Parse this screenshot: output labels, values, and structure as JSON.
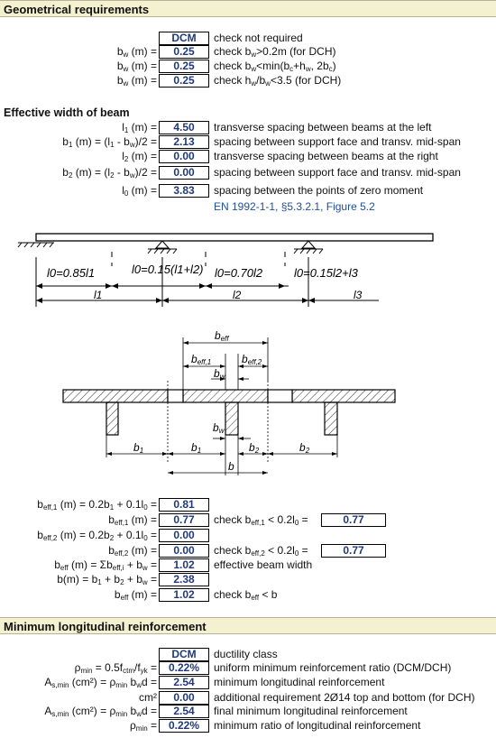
{
  "sections": {
    "geometrical": "Geometrical requirements",
    "effective_width": "Effective width of beam",
    "min_reinf": "Minimum longitudinal reinforcement"
  },
  "geom": {
    "ductility_value": "DCM",
    "ductility_desc": "check not required",
    "rows": [
      {
        "label": "bw (m) =",
        "value": "0.25",
        "desc": "check bw>0.2m (for DCH)"
      },
      {
        "label": "bw (m) =",
        "value": "0.25",
        "desc": "check bw<min(bc+hw, 2bc)"
      },
      {
        "label": "bw (m) =",
        "value": "0.25",
        "desc": "check hw/bw<3.5 (for DCH)"
      }
    ]
  },
  "eff": {
    "rows": [
      {
        "label": "l1 (m) =",
        "value": "4.50",
        "desc": "transverse spacing between beams at the left"
      },
      {
        "label": "b1 (m) = (l1 - bw)/2 =",
        "value": "2.13",
        "desc": "spacing between support face and  transv. mid-span"
      },
      {
        "label": "l2 (m) =",
        "value": "0.00",
        "desc": "transverse spacing between beams at the right"
      },
      {
        "label": "b2 (m) = (l2 - bw)/2 =",
        "value": "0.00",
        "desc": "spacing between support face and transv. mid-span"
      },
      {
        "label": "l0 (m) =",
        "value": "3.83",
        "desc": "spacing between the points of zero moment"
      }
    ],
    "reference": "EN 1992-1-1, §5.3.2.1, Figure 5.2"
  },
  "beam_diagram": {
    "l0_a": "l0=0.85l1",
    "l0_b": "l0=0.15(l1+l2)",
    "l0_c": "l0=0.70l2",
    "l0_d": "l0=0.15l2+l3",
    "span1": "l1",
    "span2": "l2",
    "span3": "l3"
  },
  "section_diagram": {
    "beff": "beff",
    "beff1": "beff,1",
    "beff2": "beff,2",
    "bw": "bw",
    "b1": "b1",
    "b2": "b2",
    "b": "b"
  },
  "beff": {
    "rows": [
      {
        "label": "beff,1 (m) = 0.2b1 + 0.1l0 =",
        "value": "0.81",
        "desc": ""
      },
      {
        "label": "beff,1 (m) =",
        "value": "0.77",
        "desc": "check beff,1 < 0.2l0 =",
        "check": "0.77"
      },
      {
        "label": "beff,2 (m) = 0.2b2 + 0.1l0 =",
        "value": "0.00",
        "desc": ""
      },
      {
        "label": "beff,2 (m) =",
        "value": "0.00",
        "desc": "check beff,2 < 0.2l0 =",
        "check": "0.77"
      },
      {
        "label": "beff (m) = Σbeff,i + bw =",
        "value": "1.02",
        "desc": "effective beam width"
      },
      {
        "label": "b(m) = b1 + b2 + bw =",
        "value": "2.38",
        "desc": ""
      },
      {
        "label": "beff (m) =",
        "value": "1.02",
        "desc": "check beff < b"
      }
    ]
  },
  "minr": {
    "rows": [
      {
        "label": "",
        "value": "DCM",
        "desc": "ductility class"
      },
      {
        "label": "ρmin = 0.5fctm/fyk =",
        "value": "0.22%",
        "desc": "uniform minimum reinforcement ratio (DCM/DCH)"
      },
      {
        "label": "As,min (cm²) = ρmin bwd =",
        "value": "2.54",
        "desc": "minimum longitudinal reinforcement"
      },
      {
        "label": "cm²",
        "value": "0.00",
        "desc": "additional requirement 2Ø14 top and bottom (for DCH)"
      },
      {
        "label": "As,min (cm²) = ρmin bwd =",
        "value": "2.54",
        "desc": "final minimum longitudinal reinforcement"
      },
      {
        "label": "ρmin =",
        "value": "0.22%",
        "desc": "minimum ratio of longitudinal reinforcement"
      }
    ]
  }
}
